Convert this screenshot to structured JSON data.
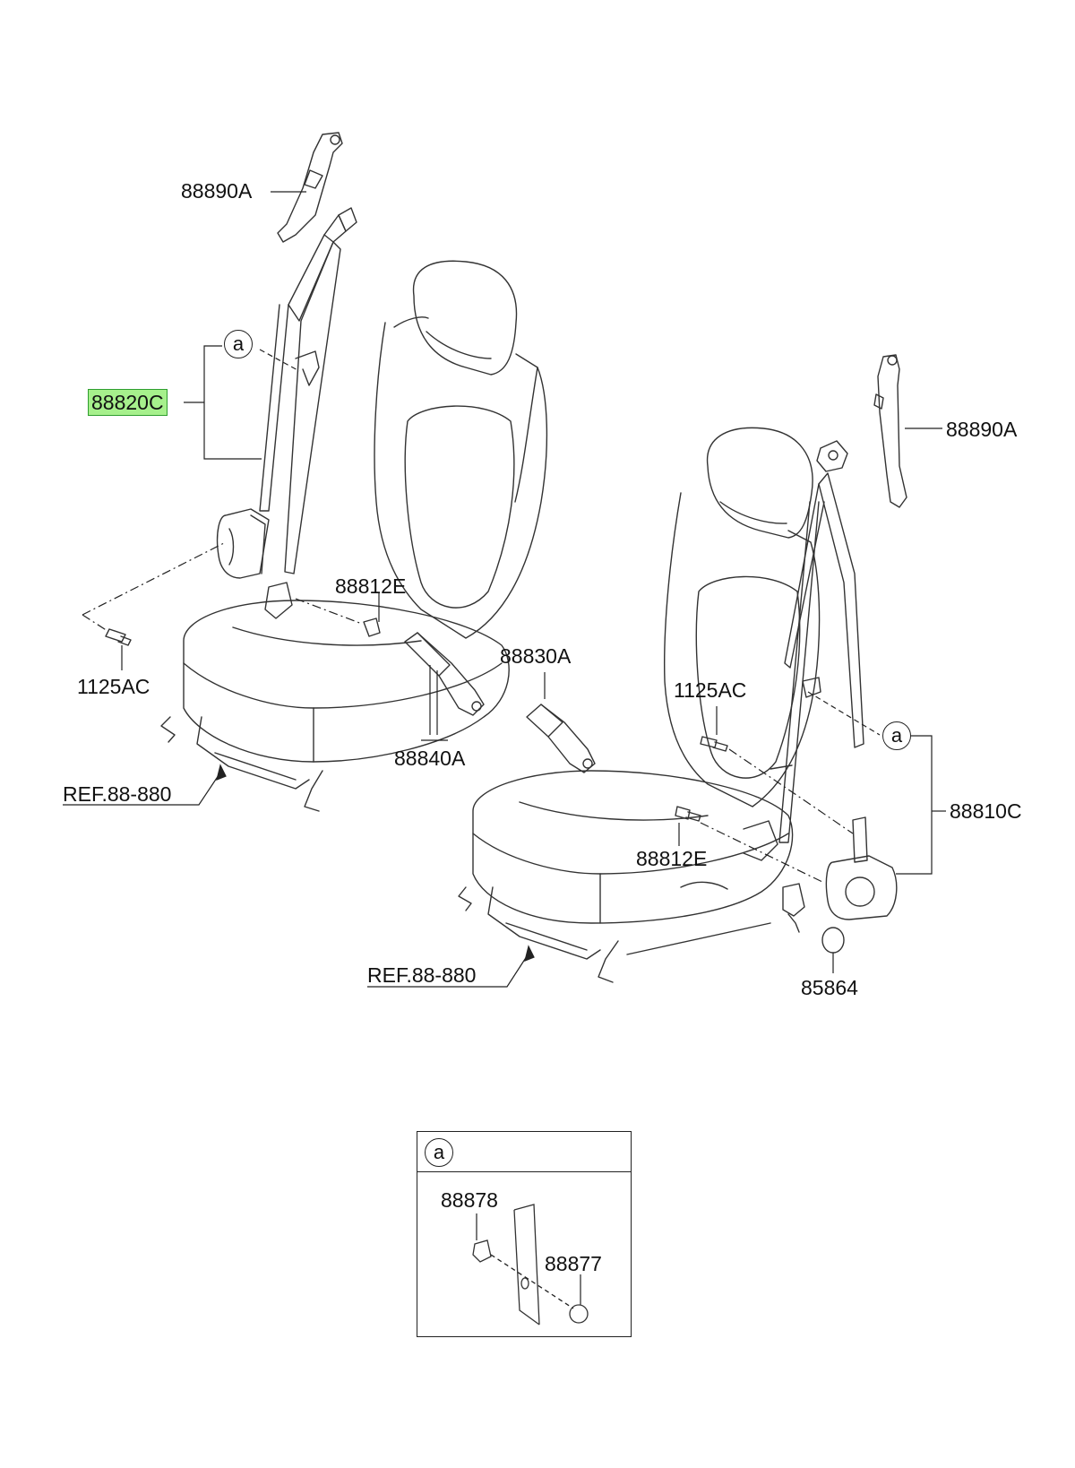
{
  "labels": {
    "upper_adjuster_left": "88890A",
    "upper_adjuster_right": "88890A",
    "belt_assembly_left": "88820C",
    "belt_assembly_right": "88810C",
    "bolt_left": "1125AC",
    "bolt_right": "1125AC",
    "buckle_bolt_left": "88812E",
    "buckle_bolt_right": "88812E",
    "buckle_left": "88840A",
    "buckle_right": "88830A",
    "ref_left": "REF.88-880",
    "ref_right": "REF.88-880",
    "ring": "85864",
    "inset_part_1": "88878",
    "inset_part_2": "88877",
    "callout_a": "a"
  },
  "colors": {
    "highlight_fill": "#a6f08c",
    "line": "#222222"
  }
}
